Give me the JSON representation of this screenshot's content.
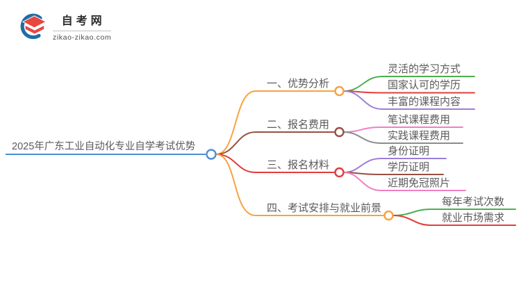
{
  "logo": {
    "title": "自考网",
    "domain": "zikao-zikao.com"
  },
  "root": {
    "label": "2025年广东工业自动化专业自学考试优势"
  },
  "branches": [
    {
      "label": "一、优势分析",
      "color": "#f7a23e",
      "children": [
        {
          "label": "灵活的学习方式",
          "color": "#4caf50"
        },
        {
          "label": "国家认可的学历",
          "color": "#e23c3c"
        },
        {
          "label": "丰富的课程内容",
          "color": "#9b7ed9"
        }
      ]
    },
    {
      "label": "二、报名费用",
      "color": "#9a4f42",
      "children": [
        {
          "label": "笔试课程费用",
          "color": "#f07fc4"
        },
        {
          "label": "实践课程费用",
          "color": "#8c8c8c"
        }
      ]
    },
    {
      "label": "三、报名材料",
      "color": "#e23c3c",
      "children": [
        {
          "label": "身份证明",
          "color": "#9b7ed9"
        },
        {
          "label": "学历证明",
          "color": "#9a4f42"
        },
        {
          "label": "近期免冠照片",
          "color": "#f07fc4"
        }
      ]
    },
    {
      "label": "四、考试安排与就业前景",
      "color": "#f7a23e",
      "children": [
        {
          "label": "每年考试次数",
          "color": "#4caf50"
        },
        {
          "label": "就业市场需求",
          "color": "#e23c3c"
        }
      ]
    }
  ],
  "colors": {
    "blue": "#4a90d2",
    "orange": "#f7a23e",
    "maroon": "#9a4f42",
    "red": "#e23c3c",
    "green": "#4caf50",
    "purple": "#9b7ed9",
    "pink": "#f07fc4",
    "gray": "#8c8c8c",
    "logo_blue": "#1e6da6",
    "logo_red": "#e8473f",
    "text": "#5a5a5a"
  }
}
